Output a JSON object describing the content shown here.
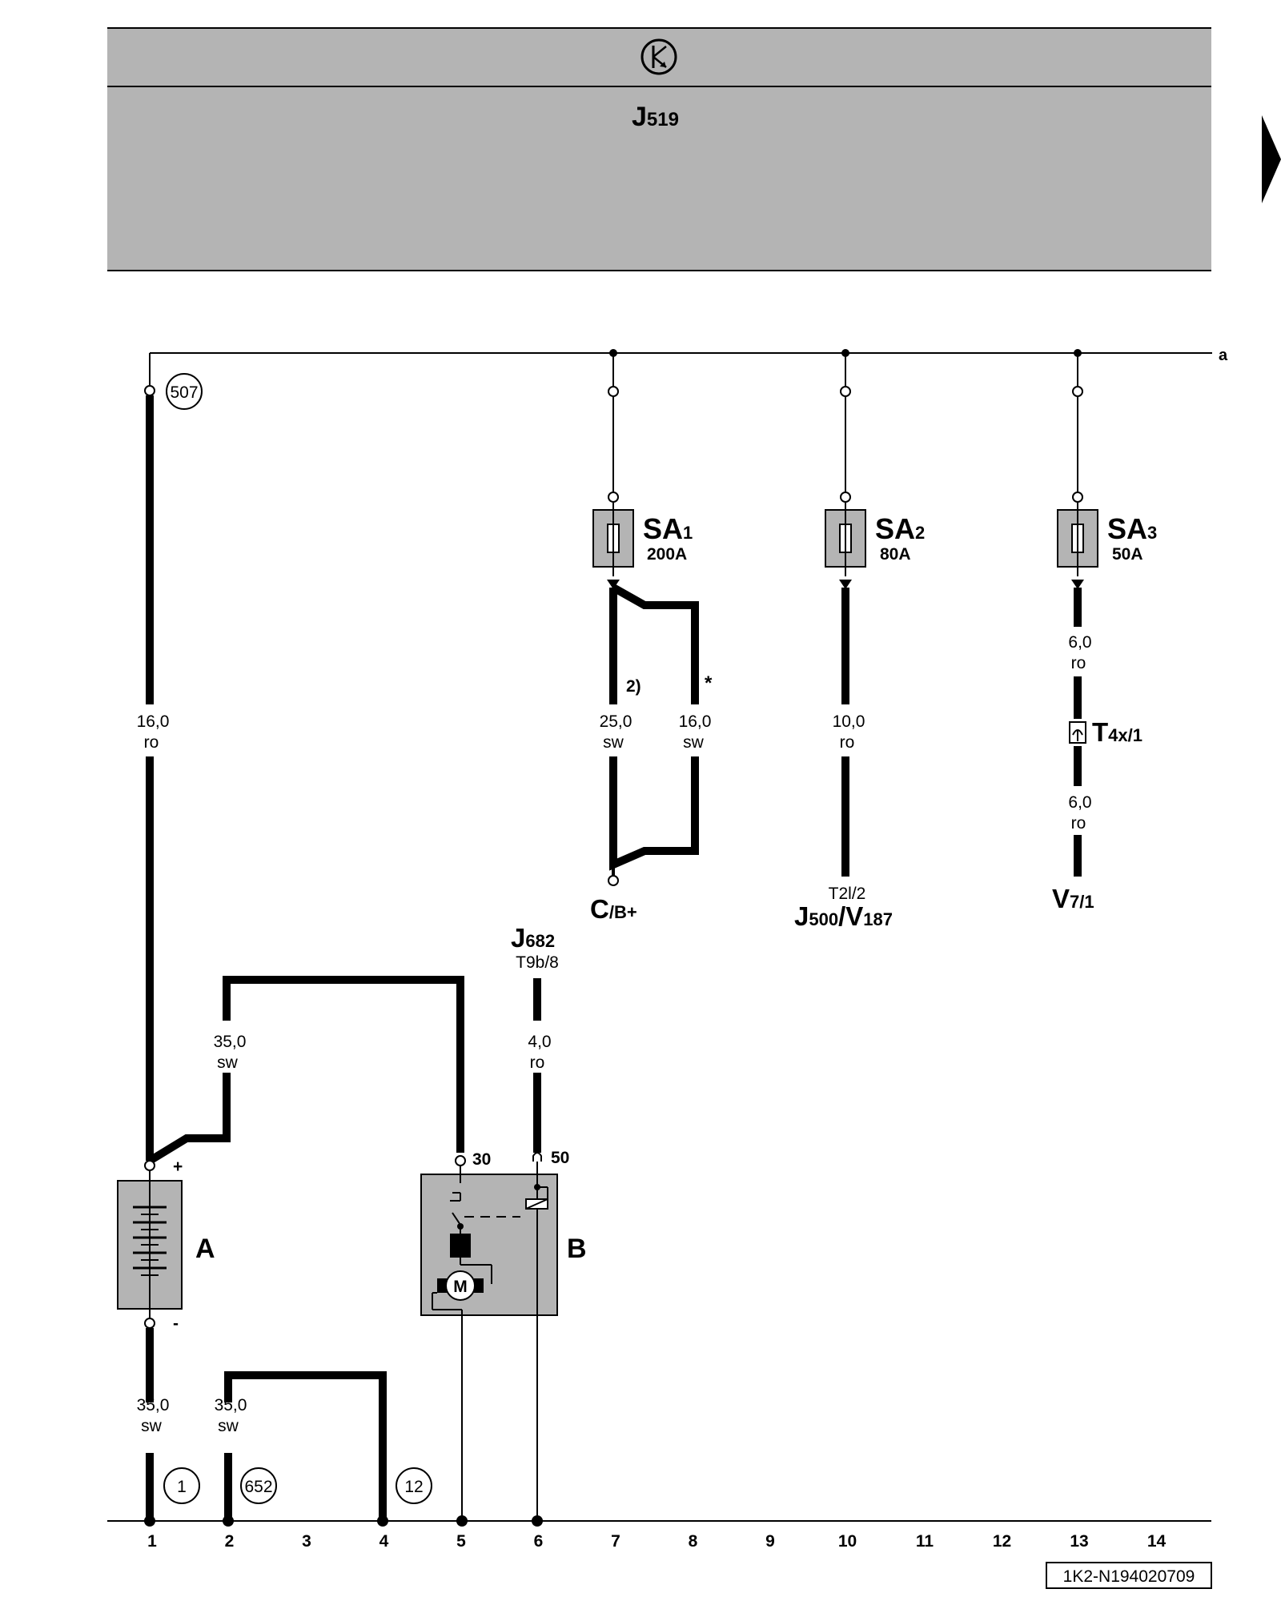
{
  "header": {
    "control_unit": "J",
    "control_unit_sub": "519",
    "symbol_icon": "power-symbol-icon"
  },
  "bus_label": "a",
  "connectors": {
    "c507": "507",
    "c1": "1",
    "c652": "652",
    "c12": "12"
  },
  "fuses": {
    "sa1": {
      "name": "SA",
      "sub": "1",
      "rating": "200A"
    },
    "sa2": {
      "name": "SA",
      "sub": "2",
      "rating": "80A"
    },
    "sa3": {
      "name": "SA",
      "sub": "3",
      "rating": "50A"
    }
  },
  "wires": {
    "w_507": {
      "size": "16,0",
      "color": "ro"
    },
    "w_sa1_a": {
      "size": "25,0",
      "color": "sw",
      "note": "2)"
    },
    "w_sa1_b": {
      "size": "16,0",
      "color": "sw",
      "note": "*"
    },
    "w_sa2": {
      "size": "10,0",
      "color": "ro"
    },
    "w_sa3_top": {
      "size": "6,0",
      "color": "ro"
    },
    "w_sa3_bottom": {
      "size": "6,0",
      "color": "ro"
    },
    "w_batt_pos": {
      "size": "35,0",
      "color": "sw"
    },
    "w_j682": {
      "size": "4,0",
      "color": "ro"
    },
    "w_batt_neg": {
      "size": "35,0",
      "color": "sw"
    },
    "w_ground2": {
      "size": "35,0",
      "color": "sw"
    }
  },
  "destinations": {
    "c_b": {
      "main": "C",
      "sub": "/B+"
    },
    "j500": {
      "pin": "T2l/2",
      "main1": "J",
      "sub1": "500",
      "sep": "/",
      "main2": "V",
      "sub2": "187"
    },
    "v7": {
      "main": "V",
      "sub": "7/1"
    },
    "j682": {
      "main": "J",
      "sub": "682",
      "pin": "T9b/8"
    }
  },
  "connector_t4x": {
    "main": "T",
    "sub": "4x/1"
  },
  "battery": {
    "label": "A",
    "plus": "+",
    "minus": "-"
  },
  "starter": {
    "label": "B",
    "terminal30": "30",
    "terminal50": "50",
    "motor": "M"
  },
  "ruler": [
    "1",
    "2",
    "3",
    "4",
    "5",
    "6",
    "7",
    "8",
    "9",
    "10",
    "11",
    "12",
    "13",
    "14"
  ],
  "doc_id": "1K2-N194020709"
}
